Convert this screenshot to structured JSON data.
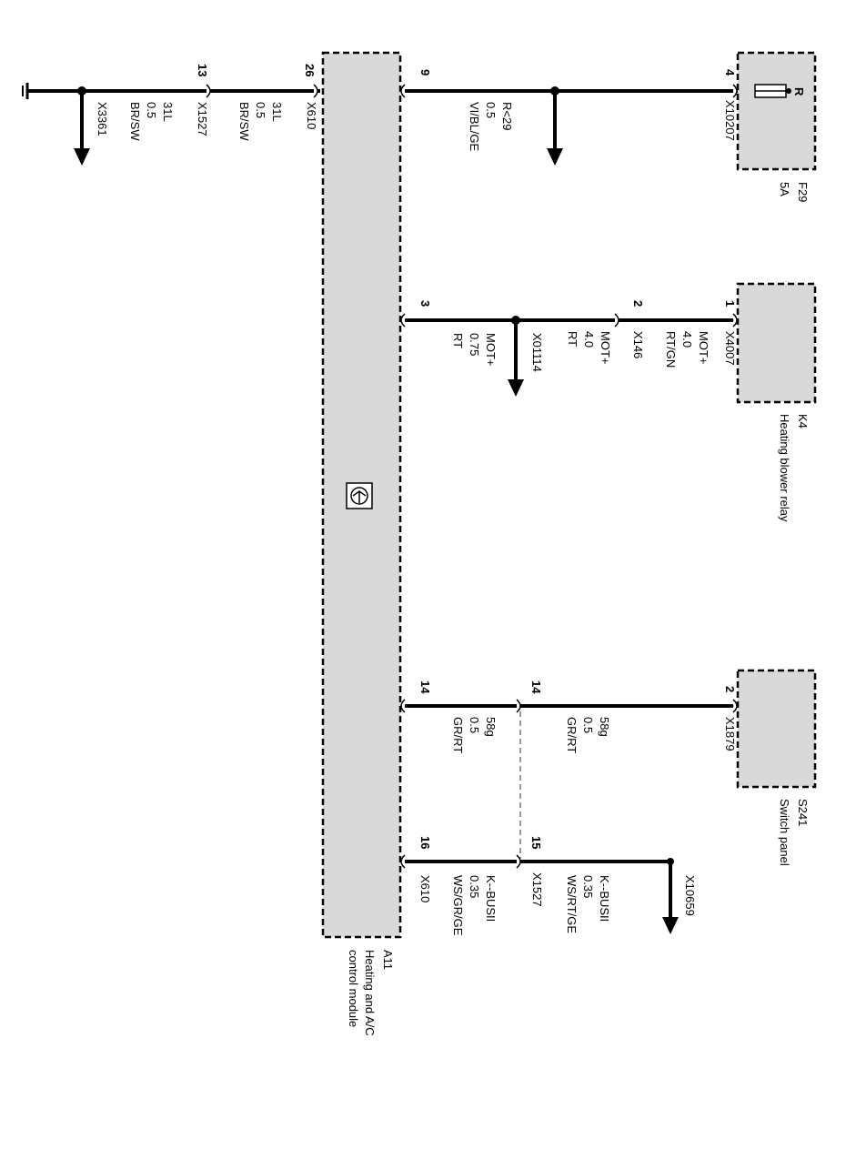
{
  "components": {
    "f29": {
      "ref": "F29",
      "name": "5A",
      "pin_label": "R"
    },
    "k4": {
      "ref": "K4",
      "name": "Heating blower relay"
    },
    "s241": {
      "ref": "S241",
      "name": "Switch panel"
    },
    "a11": {
      "ref": "A11",
      "name_line1": "Heating and A/C",
      "name_line2": "control module"
    }
  },
  "wires": {
    "w1": {
      "pin_top": "4",
      "connector_top": "X10207",
      "pin_bottom": "9",
      "circuit": "R<29",
      "gauge": "0.5",
      "color": "VI/BL/GE"
    },
    "w2a": {
      "pin_top": "1",
      "connector_top": "X4007",
      "circuit": "MOT+",
      "gauge": "4.0",
      "color": "RT/GN"
    },
    "w2b": {
      "pin_mid": "2",
      "connector_mid": "X146",
      "circuit": "MOT+",
      "gauge": "4.0",
      "color": "RT"
    },
    "w2c": {
      "splice": "X01114",
      "pin_bottom": "3",
      "circuit": "MOT+",
      "gauge": "0.75",
      "color": "RT"
    },
    "w3a": {
      "pin_top": "2",
      "connector_top": "X1879",
      "pin_mid": "14",
      "circuit": "58g",
      "gauge": "0.5",
      "color": "GR/RT"
    },
    "w3b": {
      "pin_bottom": "14",
      "circuit": "58g",
      "gauge": "0.5",
      "color": "GR/RT"
    },
    "w4a": {
      "connector_top": "X10659",
      "pin_mid": "15",
      "connector_mid": "X1527",
      "circuit": "K--BUSII",
      "gauge": "0.35",
      "color": "WS/RT/GE"
    },
    "w4b": {
      "pin_bottom": "16",
      "connector_bottom": "X610",
      "circuit": "K--BUSII",
      "gauge": "0.35",
      "color": "WS/GR/GE"
    },
    "w5a": {
      "pin": "26",
      "connector": "X610",
      "circuit": "31L",
      "gauge": "0.5",
      "color": "BR/SW"
    },
    "w5b": {
      "pin": "13",
      "connector": "X1527",
      "circuit": "31L",
      "gauge": "0.5",
      "color": "BR/SW"
    },
    "w5c": {
      "connector": "X3361"
    }
  },
  "colors": {
    "component_fill": "#d9d9d9",
    "line": "#000000",
    "shield": "#999999"
  },
  "icons": {
    "module_symbol": "control-module-icon",
    "fuse": "fuse-icon",
    "ground": "ground-icon"
  }
}
